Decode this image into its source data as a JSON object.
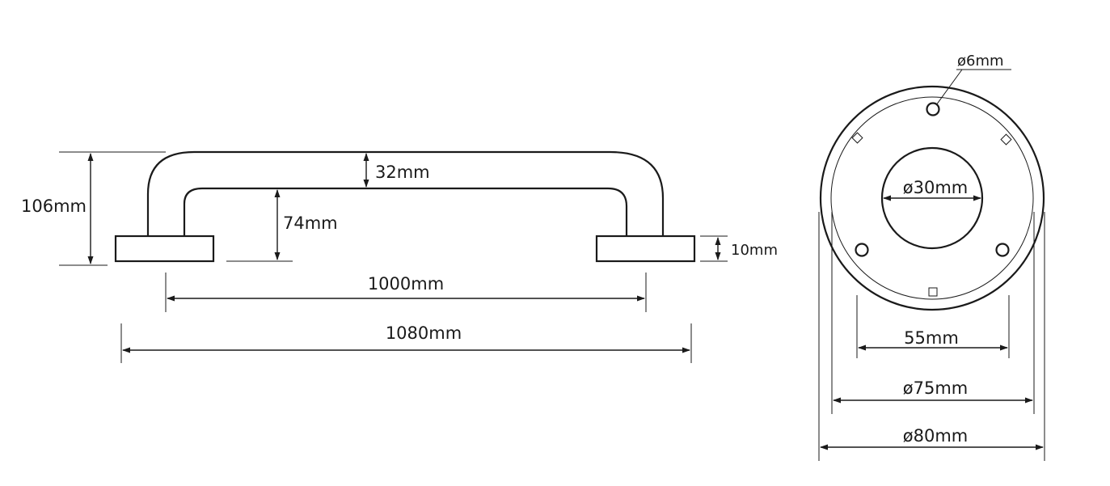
{
  "side_view": {
    "dimensions": {
      "overall_height": "106mm",
      "tube_diameter": "32mm",
      "inner_clearance": "74mm",
      "flange_thickness": "10mm",
      "center_distance": "1000mm",
      "overall_length": "1080mm"
    }
  },
  "end_view": {
    "dimensions": {
      "screw_hole": "ø6mm",
      "tube_bore": "ø30mm",
      "hole_spacing": "55mm",
      "cover_diameter": "ø75mm",
      "flange_diameter": "ø80mm"
    }
  },
  "colors": {
    "line": "#1a1a1a",
    "background": "#ffffff"
  }
}
